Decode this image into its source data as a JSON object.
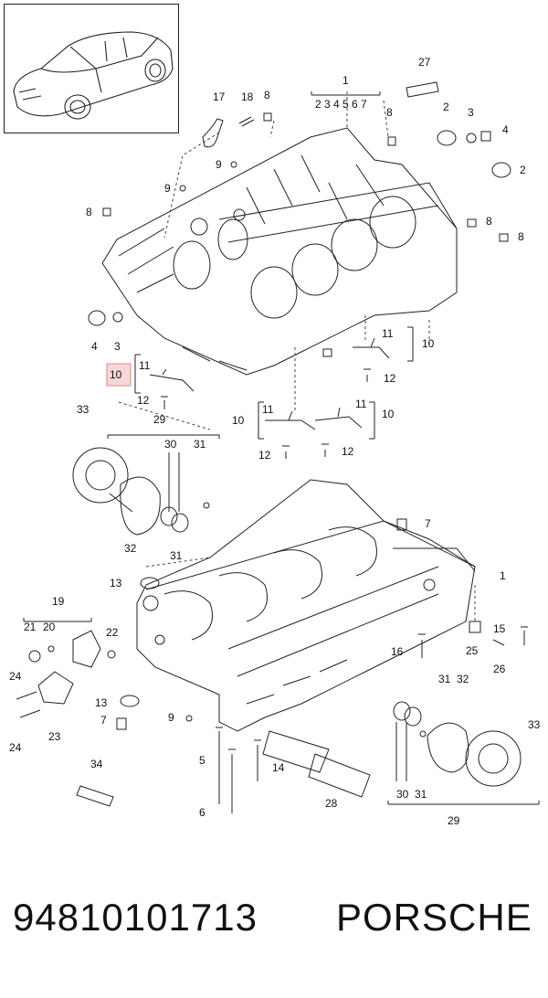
{
  "header": {
    "thumbnail_icon": "car-thumbnail-icon"
  },
  "callouts": {
    "c1_top": "1",
    "c1_sub": "2 3  4 5 6 7",
    "c27": "27",
    "c17": "17",
    "c18": "18",
    "c8_a": "8",
    "c8_b": "8",
    "c8_c": "8",
    "c8_d": "8",
    "c8_e": "8",
    "c2_a": "2",
    "c2_b": "2",
    "c3_a": "3",
    "c3_b": "3",
    "c4_a": "4",
    "c4_b": "4",
    "c9_a": "9",
    "c9_b": "9",
    "c9_c": "9",
    "c10_a": "10",
    "c10_b": "10",
    "c10_c": "10",
    "c10_d": "10",
    "c11_a": "11",
    "c11_b": "11",
    "c11_c": "11",
    "c11_d": "11",
    "c12_a": "12",
    "c12_b": "12",
    "c12_c": "12",
    "c12_d": "12",
    "c33_a": "33",
    "c33_b": "33",
    "c29_a": "29",
    "c29_b": "29",
    "c30_a": "30",
    "c30_b": "30",
    "c31_a": "31",
    "c31_b": "31",
    "c31_c": "31",
    "c31_d": "31",
    "c32_a": "32",
    "c32_b": "32",
    "c7_a": "7",
    "c7_b": "7",
    "c1_mid": "1",
    "c13_a": "13",
    "c13_b": "13",
    "c19": "19",
    "c20": "20",
    "c21": "21",
    "c22": "22",
    "c23": "23",
    "c24_a": "24",
    "c24_b": "24",
    "c25": "25",
    "c26": "26",
    "c15": "15",
    "c16": "16",
    "c5": "5",
    "c6": "6",
    "c14": "14",
    "c28": "28",
    "c34": "34"
  },
  "footer": {
    "part_number": "94810101713",
    "brand": "PORSCHE"
  },
  "colors": {
    "line": "#222222",
    "highlight_fill": "#f8d7d7",
    "highlight_stroke": "#e08a8a"
  }
}
